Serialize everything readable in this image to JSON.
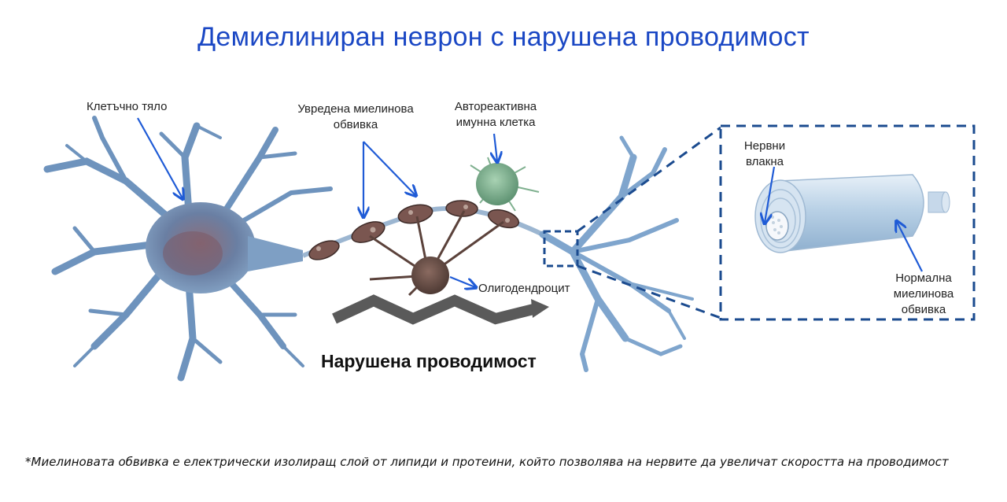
{
  "title": "Демиелиниран неврон с нарушена проводимост",
  "labels": {
    "cell_body": "Клетъчно тяло",
    "damaged_myelin_1": "Увредена миелинова",
    "damaged_myelin_2": "обвивка",
    "immune_cell_1": "Автореактивна",
    "immune_cell_2": "имунна клетка",
    "oligodendrocyte": "Олигодендроцит",
    "nerve_fibers_1": "Нервни",
    "nerve_fibers_2": "влакна",
    "normal_myelin_1": "Нормална",
    "normal_myelin_2": "миелинова",
    "normal_myelin_3": "обвивка"
  },
  "impaired_conduction": "Нарушена проводимост",
  "footnote": "*Миелиновата обвивка е електрически изолиращ слой от липиди и протеини, който позволява на нервите да увеличат скоростта на проводимост",
  "colors": {
    "title": "#1a47c4",
    "pointer": "#1f5bd6",
    "neuron": "#5f86b3",
    "zoom_box": "#1b4b8f",
    "immune_cell": "#7fb08f",
    "myelin_damage": "#6b4a44"
  }
}
